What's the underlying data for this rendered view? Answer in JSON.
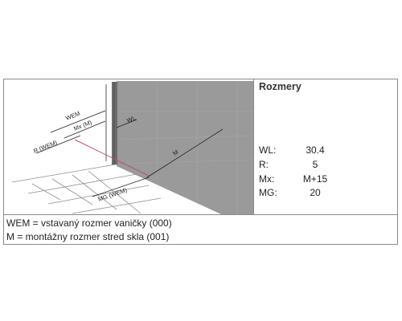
{
  "panel": {
    "title": "Rozmery",
    "rows": [
      {
        "key": "WL:",
        "value": "30.4"
      },
      {
        "key": "R:",
        "value": "5"
      },
      {
        "key": "Mx:",
        "value": "M+15"
      },
      {
        "key": "MG:",
        "value": "20"
      }
    ]
  },
  "diagram": {
    "labels": {
      "wem": "WEM",
      "mx": "Mx (M)",
      "r": "R (WEM)",
      "wl": "WL",
      "m": "M",
      "mg": "MG (WEM)"
    }
  },
  "legend": {
    "lines": [
      "WEM = vstavaný rozmer vaničky (000)",
      "M = montážny rozmer stred skla (001)"
    ]
  }
}
